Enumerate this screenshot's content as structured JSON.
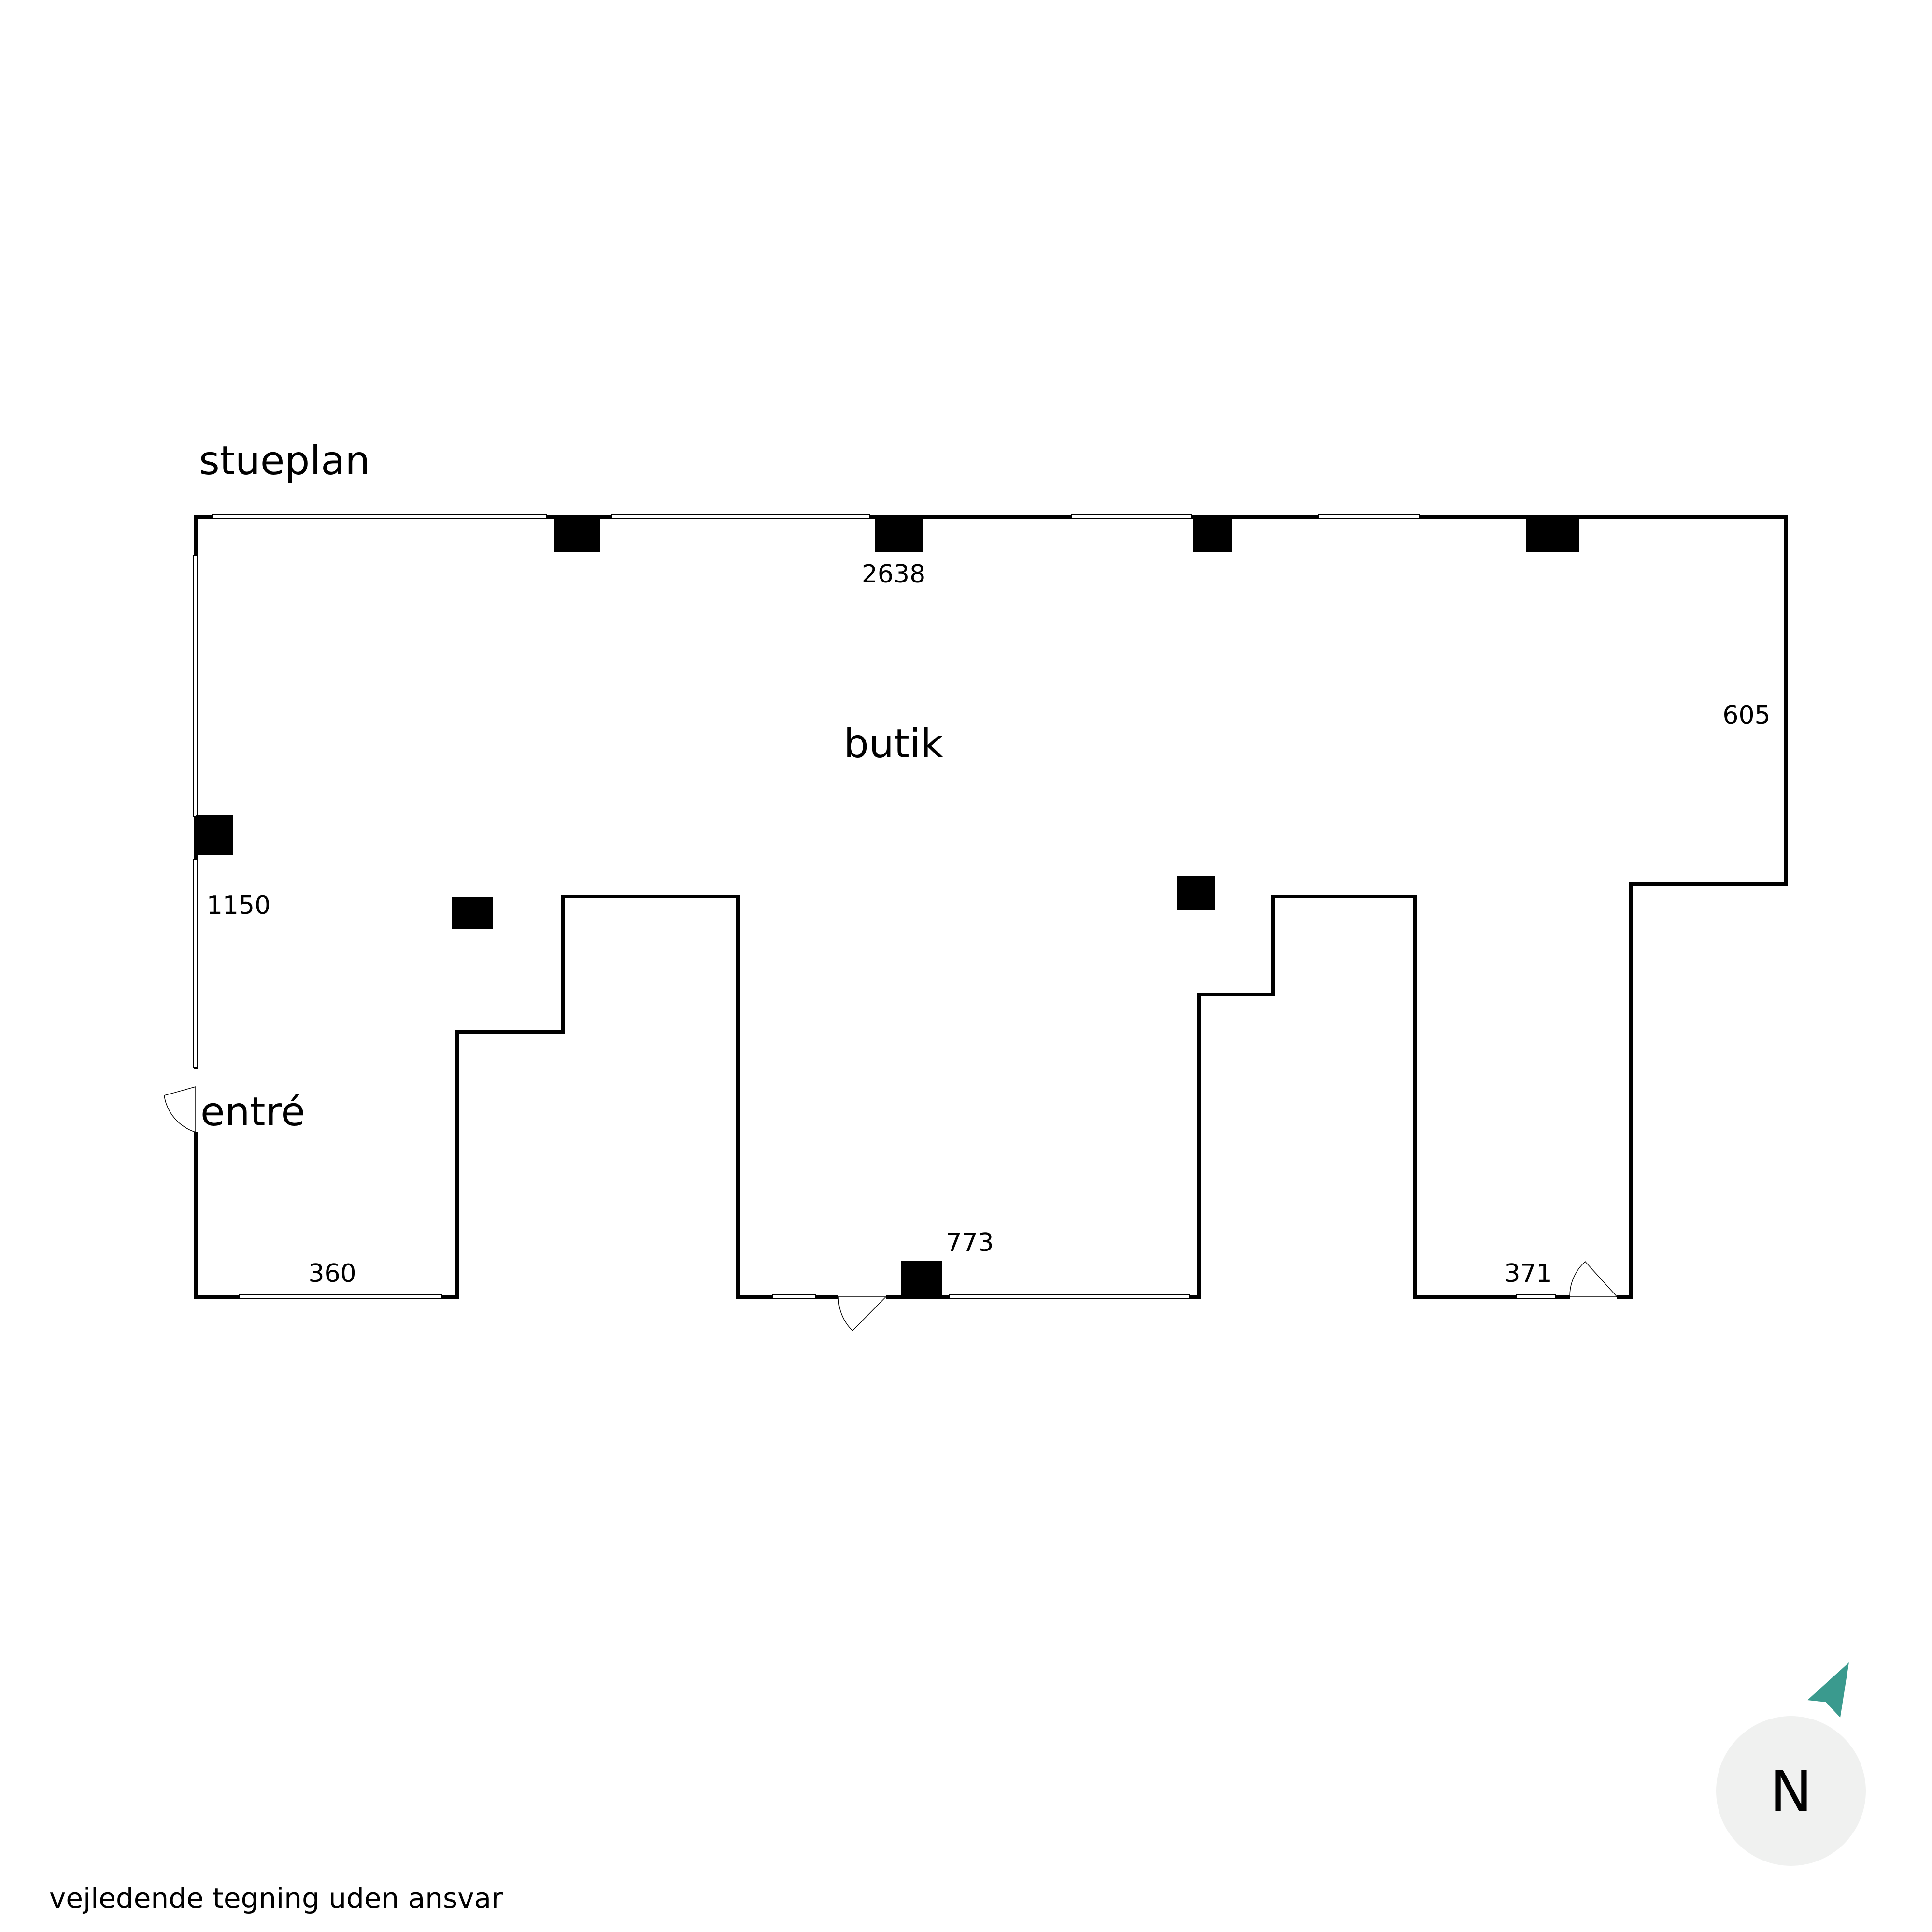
{
  "plan": {
    "title": "stueplan",
    "rooms": {
      "butik": "butik",
      "entre": "entré"
    },
    "dimensions": {
      "top_width": "2638",
      "right_depth": "605",
      "left_depth": "1150",
      "bottom_left": "360",
      "bottom_middle": "773",
      "bottom_right": "371"
    },
    "disclaimer": "vejledende tegning uden ansvar"
  },
  "compass": {
    "letter": "N",
    "arrow_color": "#3a9a8e",
    "circle_color": "#f0f1f0"
  }
}
